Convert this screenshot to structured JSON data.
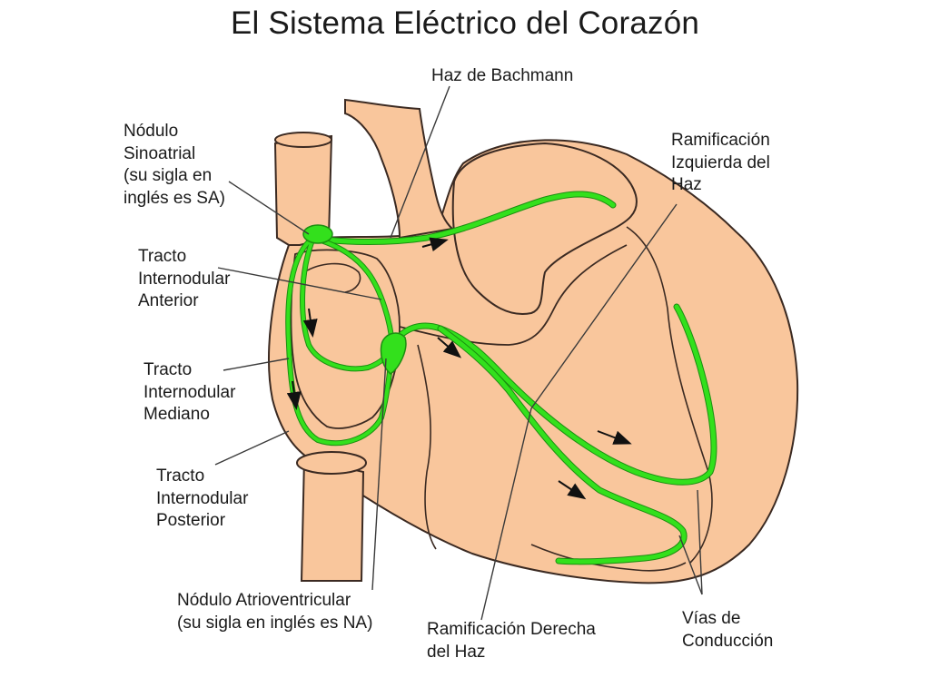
{
  "title": "El Sistema Eléctrico del Corazón",
  "colors": {
    "tissue": "#f9c69c",
    "outline": "#3b2a22",
    "conduction": "#33e01c",
    "conduction_edge": "#1b8e10",
    "label_line": "#3a3a3a"
  },
  "labels": {
    "bachmann": [
      "Haz de Bachmann"
    ],
    "sinoatrial": [
      "Nódulo",
      "Sinoatrial",
      "(su sigla en",
      "inglés es SA)"
    ],
    "anterior": [
      "Tracto",
      "Internodular",
      "Anterior"
    ],
    "mediano": [
      "Tracto",
      "Internodular",
      "Mediano"
    ],
    "posterior": [
      "Tracto",
      "Internodular",
      "Posterior"
    ],
    "atrioventricular": [
      "Nódulo Atrioventricular",
      "(su sigla en inglés es NA)"
    ],
    "rama_derecha": [
      "Ramificación Derecha",
      "del Haz"
    ],
    "rama_izquierda": [
      "Ramificación",
      "Izquierda del",
      "Haz"
    ],
    "vias": [
      "Vías de",
      "Conducción"
    ]
  }
}
